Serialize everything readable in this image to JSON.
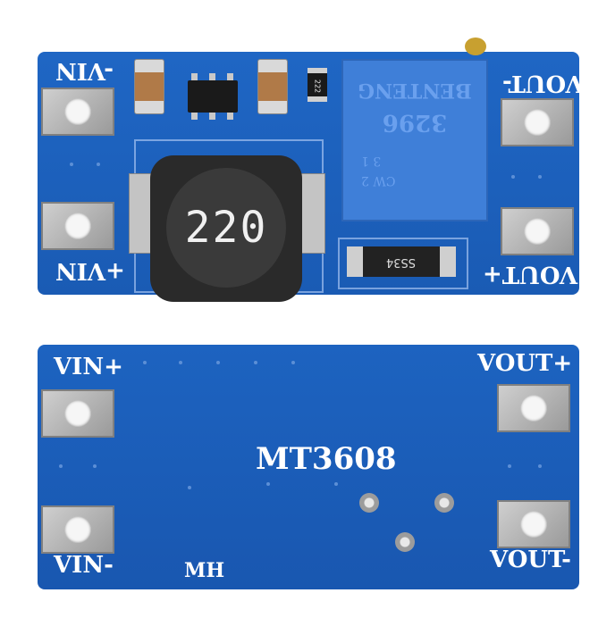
{
  "top": {
    "vin_minus": "-VIN",
    "vin_plus": "+VIN",
    "vout_plus": "VOUT+",
    "vout_minus": "VOUT-",
    "inductor": "220",
    "pot_brand": "BENTENG",
    "pot_model": "3296",
    "pot_pins": "3  1",
    "pot_cw": "CW  2",
    "diode": "SS34",
    "resistor": "222"
  },
  "bottom": {
    "vin_plus": "VIN+",
    "vin_minus": "VIN-",
    "vout_plus": "VOUT+",
    "vout_minus": "VOUT-",
    "chip_label": "MT3608",
    "mh_label": "MH"
  },
  "colors": {
    "pcb_blue": "#1f66c4",
    "silkscreen": "#ffffff",
    "pot_blue": "#3f7fd8"
  }
}
